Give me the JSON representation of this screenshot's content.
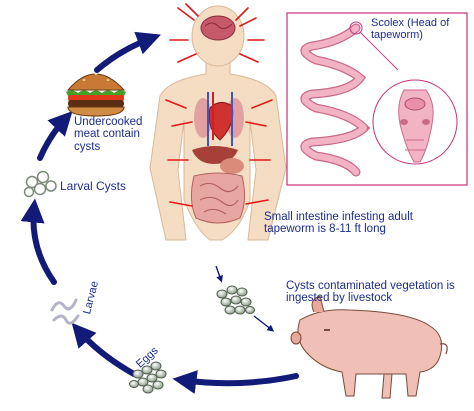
{
  "labels": {
    "meat": "Undercooked meat contain cysts",
    "larval_cysts": "Larval Cysts",
    "larvae": "Larvae",
    "eggs": "Eggs",
    "intestine": "Small intestine infesting adult tapeworm is 8-11 ft long",
    "vegetation": "Cysts contaminated vegetation is ingested by livestock",
    "scolex": "Scolex (Head of tapeworm)"
  },
  "colors": {
    "cycle_arrow": "#131b78",
    "label_text": "#1c2d8f",
    "body_skin": "#f5ddc3",
    "pain_rays": "#e21818",
    "tapeworm": "#f2b4c4",
    "inset_border": "#c8307a",
    "pig": "#f0bfb5"
  },
  "icons": [
    "hamburger-icon",
    "cyst-cluster-icon",
    "larva-icon",
    "egg-cluster-icon",
    "pig-icon",
    "human-body-icon",
    "tapeworm-icon",
    "scolex-icon"
  ]
}
